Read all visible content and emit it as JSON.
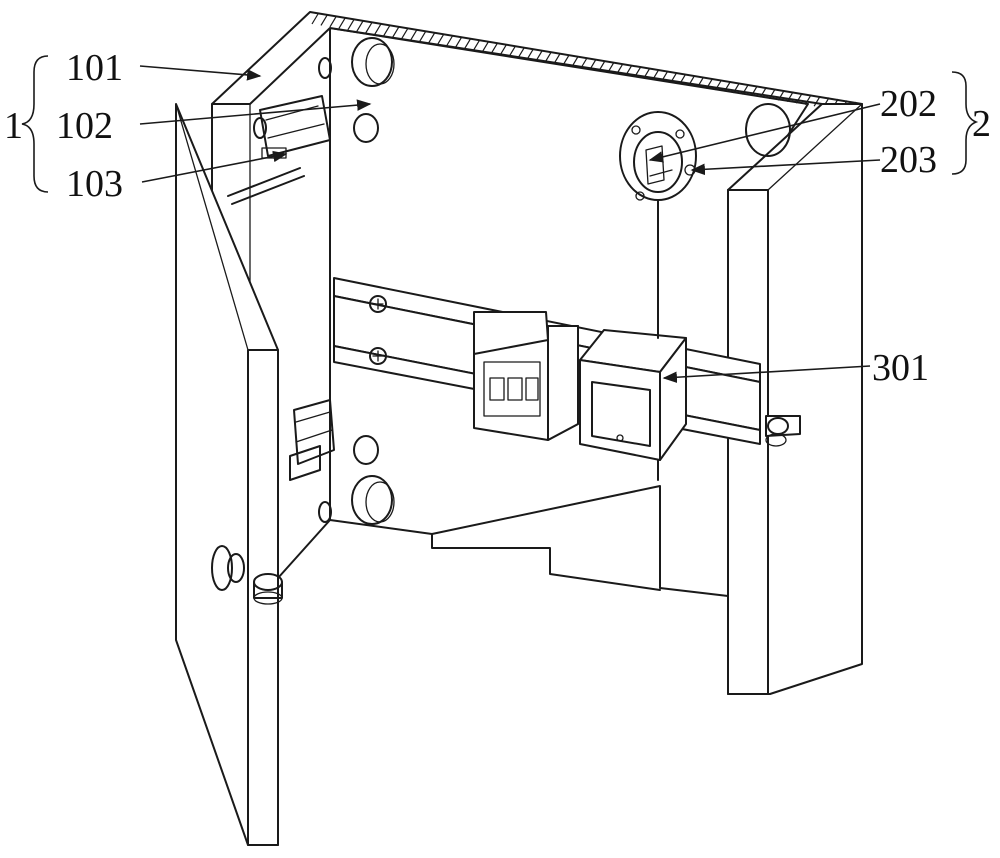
{
  "labels": {
    "group_1": "1",
    "part_101": "101",
    "part_102": "102",
    "part_103": "103",
    "group_2": "2",
    "part_202": "202",
    "part_203": "203",
    "part_301": "301"
  }
}
